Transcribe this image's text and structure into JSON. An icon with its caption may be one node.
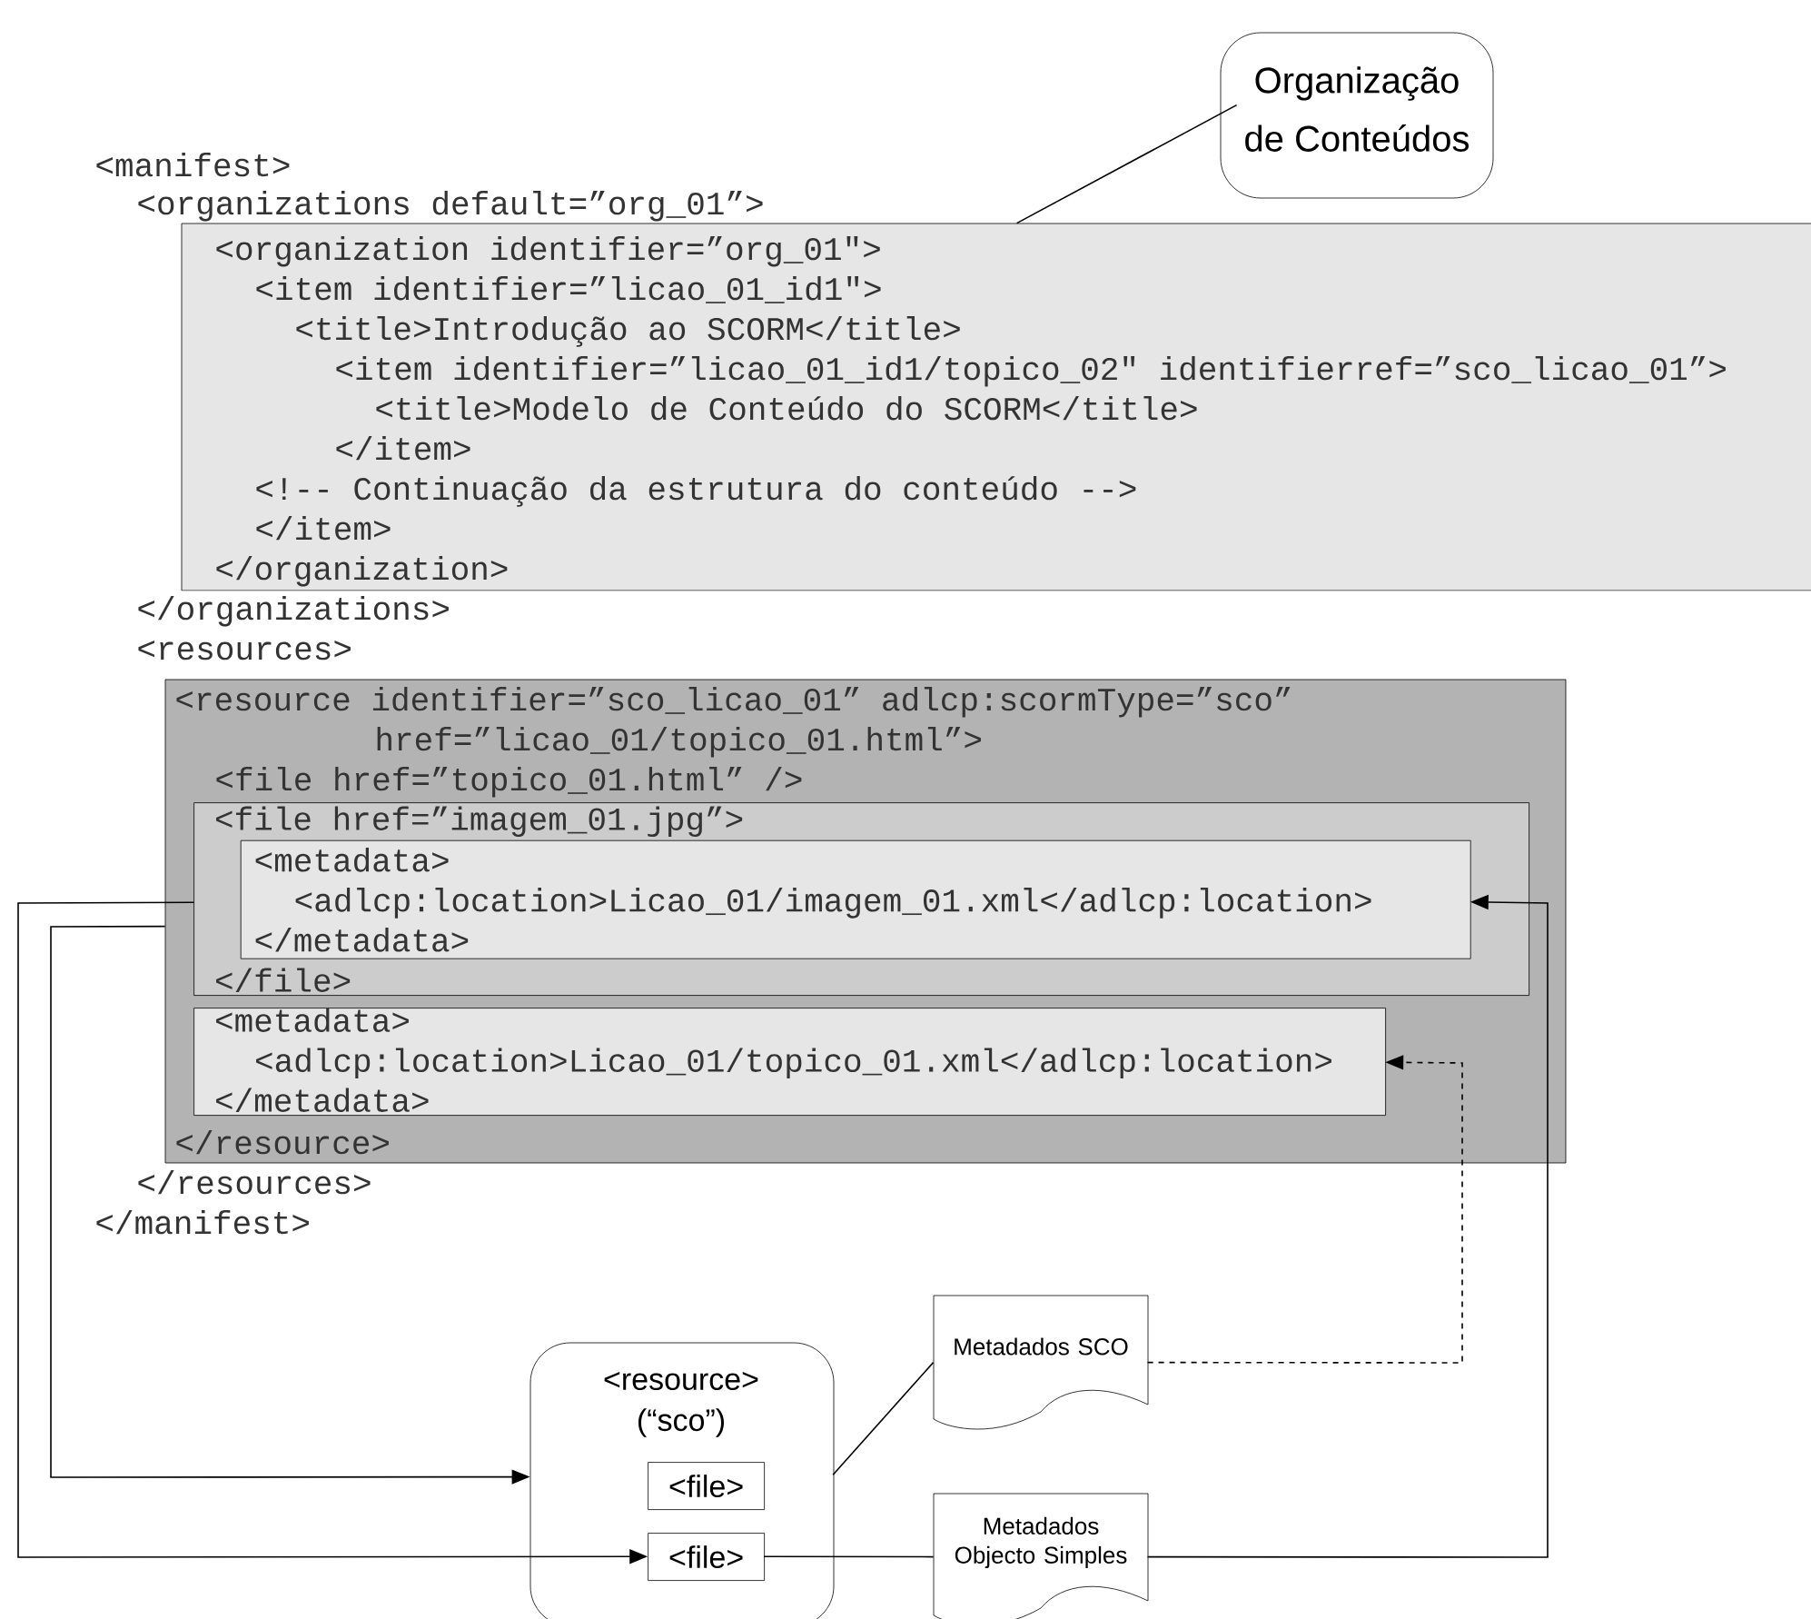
{
  "diagram": {
    "nodes": [
      {
        "text": [
          "Organização",
          "de Conteúdos"
        ]
      },
      {
        "text": [
          "<organization identifier=”org_01\">",
          "<item identifier=”licao_01_id1\">",
          "<title>Introdução ao SCORM</title>",
          "<item identifier=”licao_01_id1/topico_02\" identifierref=”sco_licao_01”>",
          "<title>Modelo de Conteúdo do SCORM</title>",
          "</item>",
          "<!-- Continuação da estrutura do conteúdo -->",
          "</item>",
          "</organization>"
        ]
      },
      {
        "text": [
          "<resource identifier=”sco_licao_01” adlcp:scormType=”sco”",
          "href=”licao_01/topico_01.html”>",
          "<file href=”topico_01.html” />",
          "</resource>"
        ]
      },
      {
        "text": [
          "<file href=”imagem_01.jpg”>",
          "</file>"
        ],
        "in": 2
      },
      {
        "text": [
          "<metadata>",
          "<adlcp:location>Licao_01/imagem_01.xml</adlcp:location>",
          "</metadata>"
        ],
        "in": 3
      },
      {
        "text": [
          "<metadata>",
          "<adlcp:location>Licao_01/topico_01.xml</adlcp:location>",
          "</metadata>"
        ],
        "in": 2
      },
      {
        "text": [
          "<resource>",
          "(“sco”)"
        ]
      },
      {
        "text": [
          "<file>"
        ],
        "in": 6
      },
      {
        "text": [
          "<file>"
        ],
        "in": 6
      },
      {
        "text": [
          "Metadados SCO"
        ]
      },
      {
        "text": [
          "Metadados Objecto Simples"
        ]
      }
    ],
    "edges": [
      {
        "from": 0,
        "to": 1,
        "arrow": "none"
      },
      {
        "from": 2,
        "to": 6,
        "arrow": "to"
      },
      {
        "from": 3,
        "to": 8,
        "arrow": "to"
      },
      {
        "from": 7,
        "to": 9,
        "arrow": "none"
      },
      {
        "from": 9,
        "to": 5,
        "arrow": "to",
        "style": "dashed"
      },
      {
        "from": 8,
        "to": 10,
        "arrow": "none"
      },
      {
        "from": 10,
        "to": 4,
        "arrow": "to"
      }
    ],
    "labels": [
      "<manifest>",
      "<organizations default=”org_01”>",
      "</organizations>",
      "<resources>",
      "</resources>",
      "</manifest>"
    ]
  }
}
